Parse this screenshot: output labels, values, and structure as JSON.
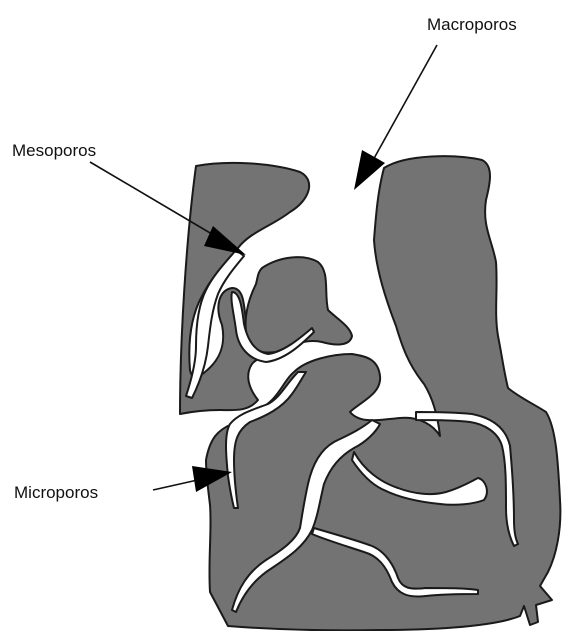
{
  "diagram": {
    "labels": {
      "macro": "Macroporos",
      "meso": "Mesoporos",
      "micro": "Microporos"
    },
    "colors": {
      "solid": "#737373",
      "outline": "#1a1a1a",
      "pore": "#ffffff",
      "arrow": "#000000"
    }
  }
}
